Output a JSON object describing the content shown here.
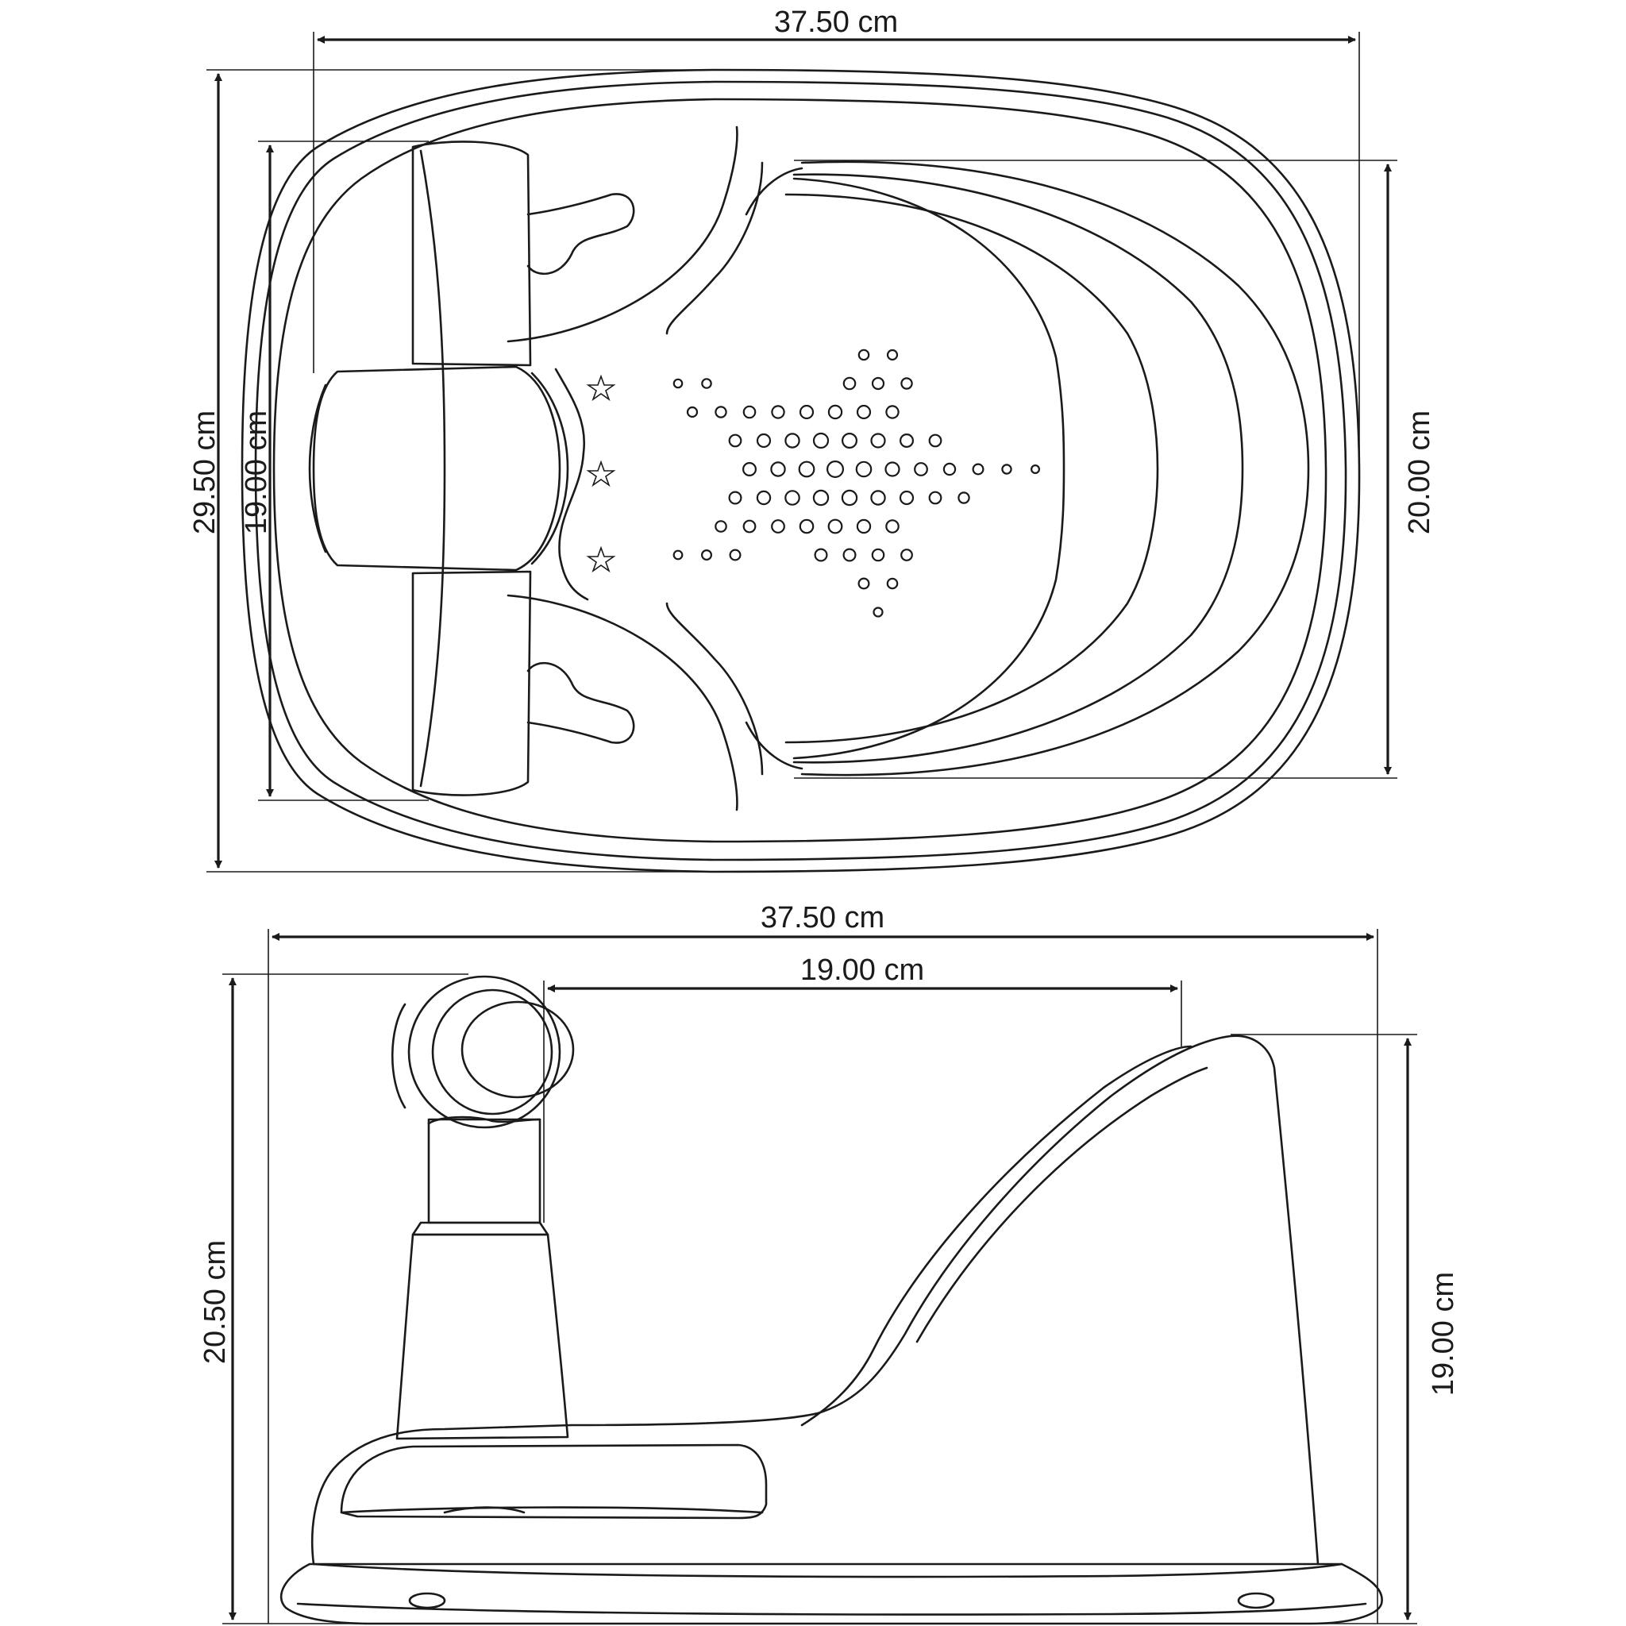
{
  "top_view": {
    "width_label": "37.50 cm",
    "depth_label": "29.50 cm",
    "headrest_label": "19.00 cm",
    "basin_label": "20.00 cm"
  },
  "side_view": {
    "length_label": "37.50 cm",
    "seat_label": "19.00 cm",
    "total_height_label": "20.50 cm",
    "back_height_label": "19.00 cm"
  }
}
